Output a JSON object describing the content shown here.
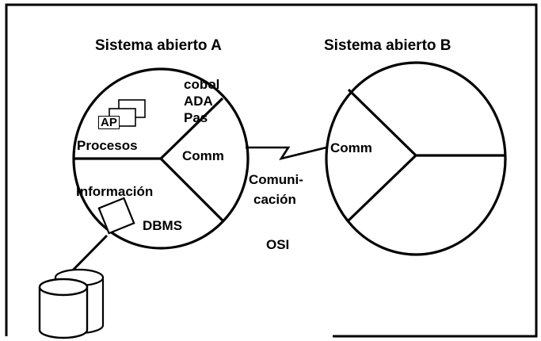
{
  "diagram": {
    "system_a_title": "Sistema abierto A",
    "system_b_title": "Sistema abierto B",
    "languages": [
      "cobol",
      "ADA",
      "Pas"
    ],
    "ap_label": "AP",
    "procesos_label": "Procesos",
    "comm_a_label": "Comm",
    "informacion_label": "Información",
    "dbms_label": "DBMS",
    "comm_b_label": "Comm",
    "comunicacion_line1": "Comuni-",
    "comunicacion_line2": "cación",
    "osi_label": "OSI"
  },
  "colors": {
    "stroke": "#000000",
    "background": "#ffffff"
  }
}
